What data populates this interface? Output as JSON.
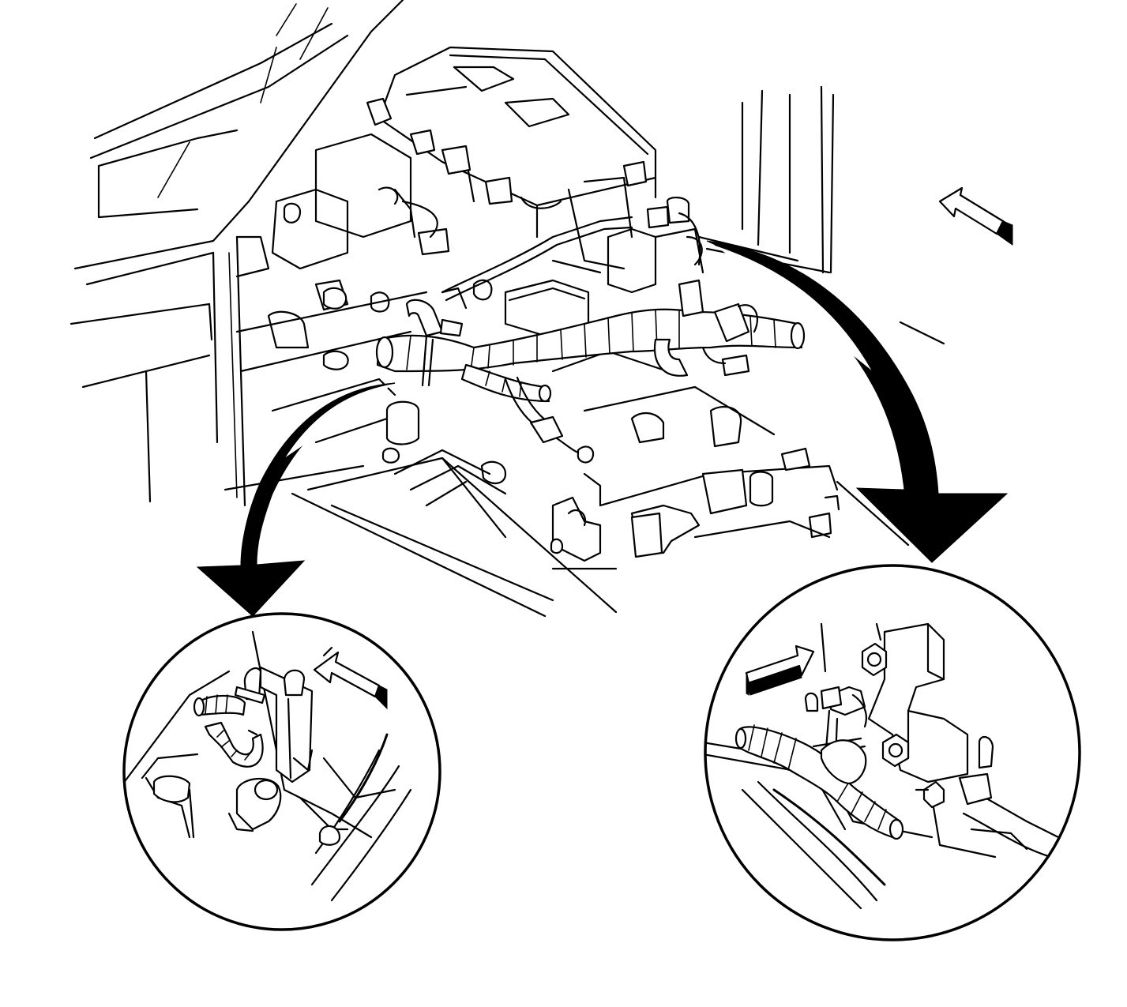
{
  "figure": {
    "main_view": "engine-compartment-wiring-harness",
    "detail_left": "harness-clip-detail-left",
    "detail_right": "harness-clip-detail-right",
    "callout_arrows": 2,
    "direction_arrows": 3,
    "line_color": "#000000",
    "background_color": "#ffffff"
  }
}
